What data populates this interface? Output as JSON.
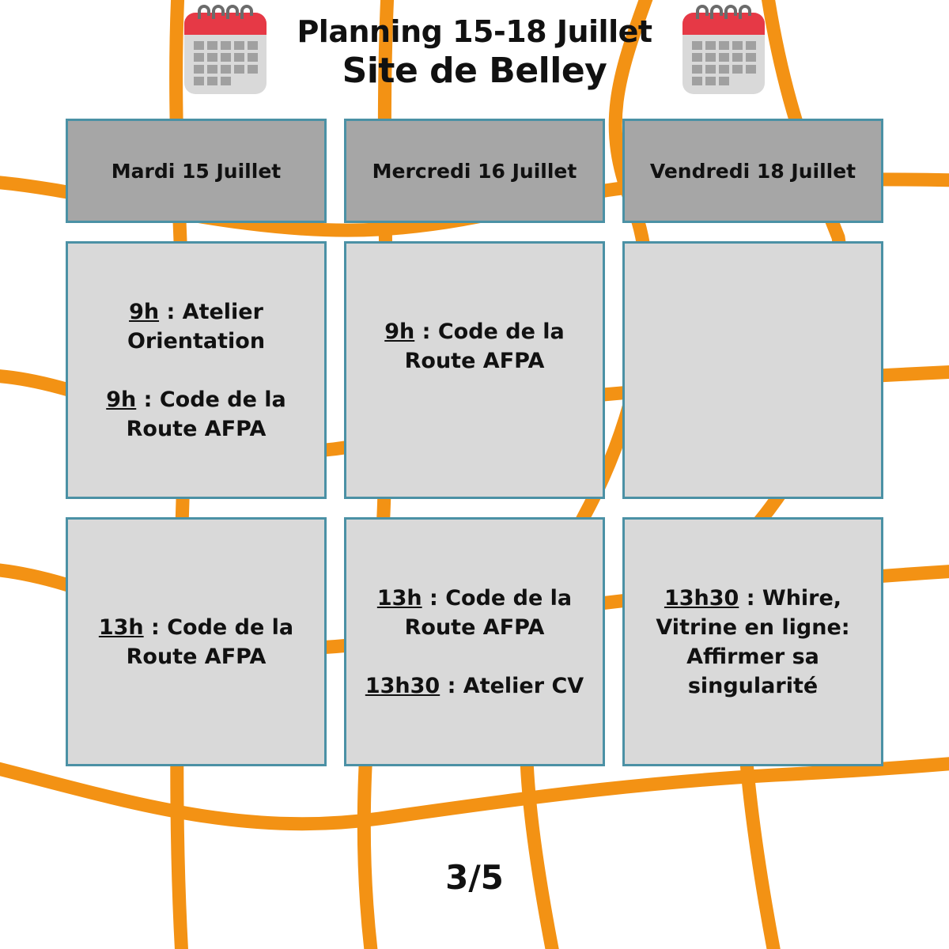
{
  "title": {
    "line1": "Planning 15-18 Juillet",
    "line2": "Site de Belley"
  },
  "colors": {
    "road": "#f39214",
    "header_bg": "#a6a6a6",
    "cell_bg": "#d9d9d9",
    "border": "#4b91a5",
    "calendar_red": "#e63946"
  },
  "icons": [
    "calendar-icon",
    "calendar-icon"
  ],
  "days": [
    {
      "label": "Mardi 15 Juillet",
      "morning": [
        {
          "time": "9h",
          "text": " : Atelier Orientation"
        },
        {
          "time": "9h",
          "text": " : Code de la Route AFPA"
        }
      ],
      "afternoon": [
        {
          "time": "13h",
          "text": " : Code de la Route AFPA"
        }
      ]
    },
    {
      "label": "Mercredi 16 Juillet",
      "morning": [
        {
          "time": "9h",
          "text": " : Code de la Route AFPA"
        }
      ],
      "afternoon": [
        {
          "time": "13h",
          "text": " : Code de la Route AFPA"
        },
        {
          "time": "13h30",
          "text": " : Atelier CV"
        }
      ]
    },
    {
      "label": "Vendredi 18 Juillet",
      "morning": [],
      "afternoon": [
        {
          "time": "13h30",
          "text": " : Whire, Vitrine en ligne: Affirmer sa singularité"
        }
      ]
    }
  ],
  "page_number": "3/5"
}
